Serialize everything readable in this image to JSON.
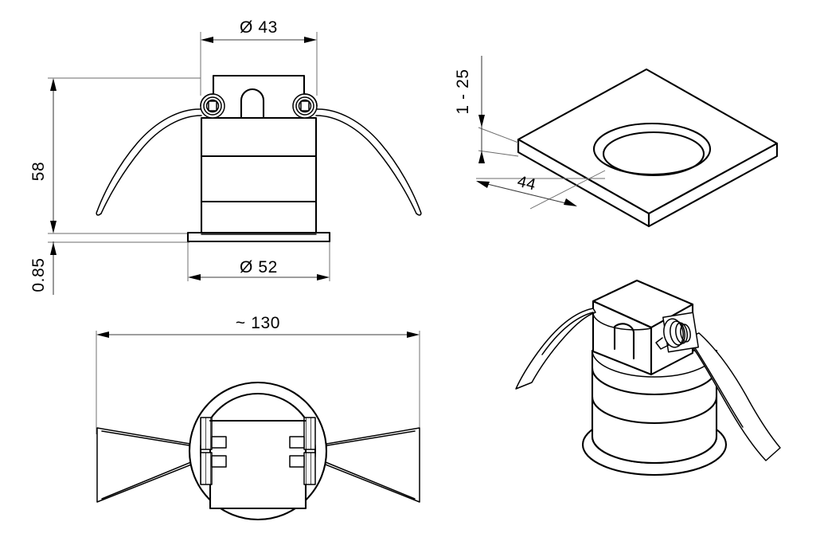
{
  "drawing": {
    "title": "Recessed downlight dimensional drawing",
    "background_color": "#ffffff",
    "line_color": "#000000",
    "dimension_line_color": "#3c3c3c",
    "units": "mm"
  },
  "views": {
    "front_elevation": {
      "name": "front-elevation-view",
      "description": "Front section of recessed downlight with spring clips"
    },
    "ceiling_plate_iso": {
      "name": "ceiling-plate-isometric-view",
      "description": "Isometric ceiling plate with circular cutout"
    },
    "bottom_plan": {
      "name": "bottom-plan-view",
      "description": "Plan view showing spring clip span"
    },
    "product_iso": {
      "name": "product-isometric-view",
      "description": "Isometric view of downlight body with springs and connector"
    }
  },
  "dimensions": {
    "diameter_body": "Ø 43",
    "diameter_flange": "Ø 52",
    "height_body": "58",
    "flange_thickness": "0.85",
    "spring_span": "~ 130",
    "ceiling_thickness": "1 - 25",
    "cutout_diameter": "44"
  }
}
